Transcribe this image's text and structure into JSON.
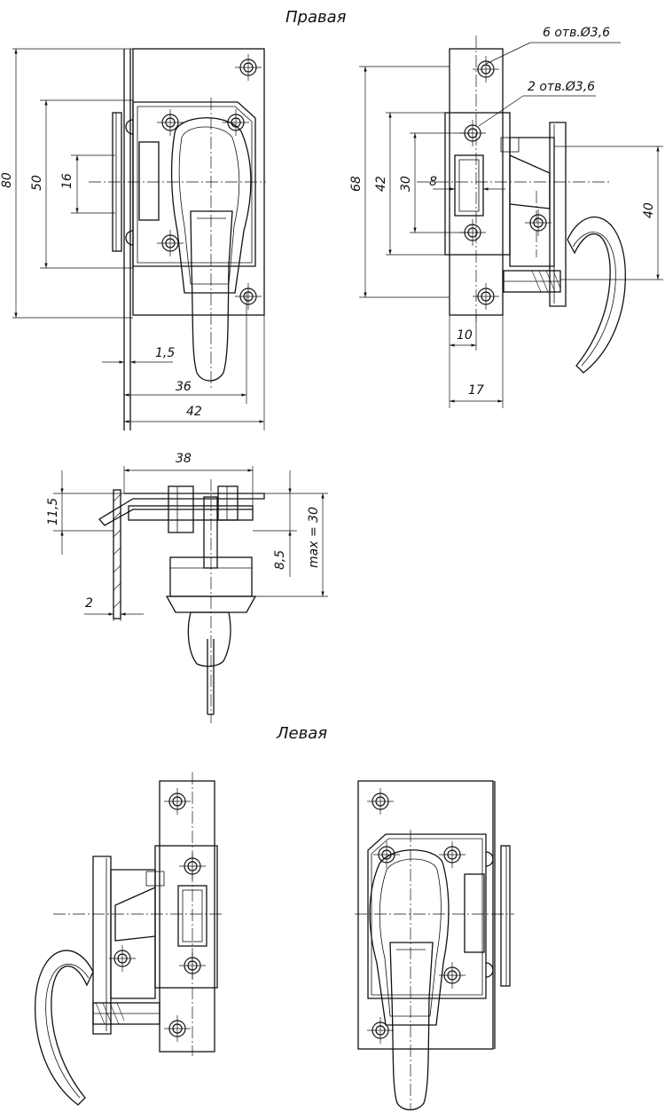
{
  "titles": {
    "right": "Правая",
    "left": "Левая"
  },
  "front_view": {
    "dims": {
      "overall_height": "80",
      "mounting_height": "50",
      "center_height": "16",
      "gap": "1,5",
      "inner_width": "36",
      "total_width": "42"
    }
  },
  "side_view": {
    "holes_large": "6 отв.Ø3,6",
    "holes_small": "2 отв.Ø3,6",
    "dims": {
      "overall_height": "68",
      "plate_height": "42",
      "inner_height": "30",
      "slot_width": "8",
      "handle_height": "40",
      "plate_width": "10",
      "overall_width": "17"
    }
  },
  "top_view": {
    "dims": {
      "length": "38",
      "step": "11,5",
      "offset": "8,5",
      "max_depth": "max = 30",
      "thickness": "2"
    }
  },
  "colors": {
    "line": "#111111",
    "background": "#ffffff"
  }
}
